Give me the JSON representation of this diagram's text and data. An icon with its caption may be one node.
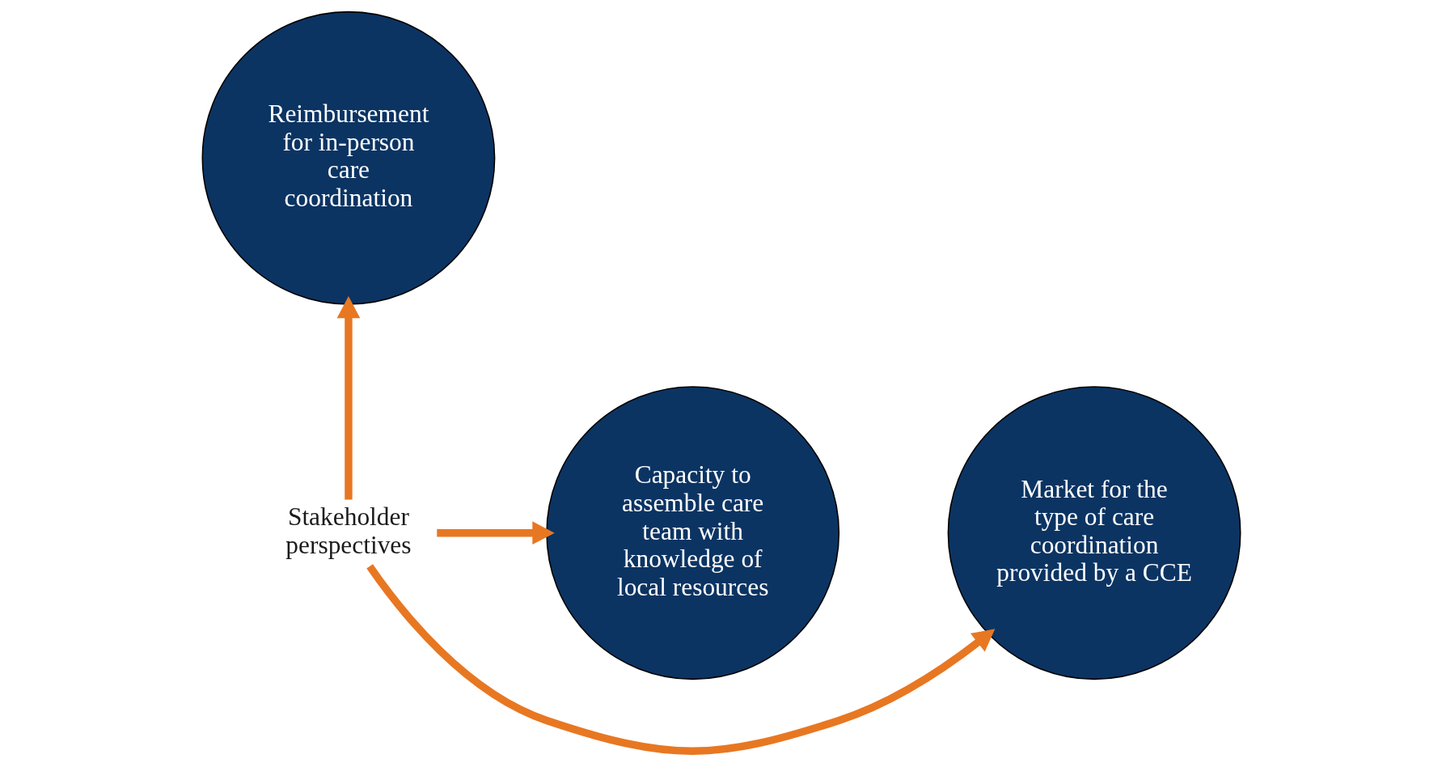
{
  "diagram": {
    "nodes": [
      {
        "text": [
          "Reimbursement for in-person care coordination"
        ]
      },
      {
        "text": [
          "Capacity to assemble care team with knowledge of local resources"
        ]
      },
      {
        "text": [
          "Stakeholder perspectives"
        ]
      },
      {
        "text": [
          "Market for the type of care coordination provided by a CCE"
        ]
      }
    ],
    "edges": [
      {
        "from": 2,
        "to": 0,
        "arrow": "to"
      },
      {
        "from": 2,
        "to": 1,
        "arrow": "to"
      },
      {
        "from": 2,
        "to": 3,
        "arrow": "to"
      }
    ]
  }
}
